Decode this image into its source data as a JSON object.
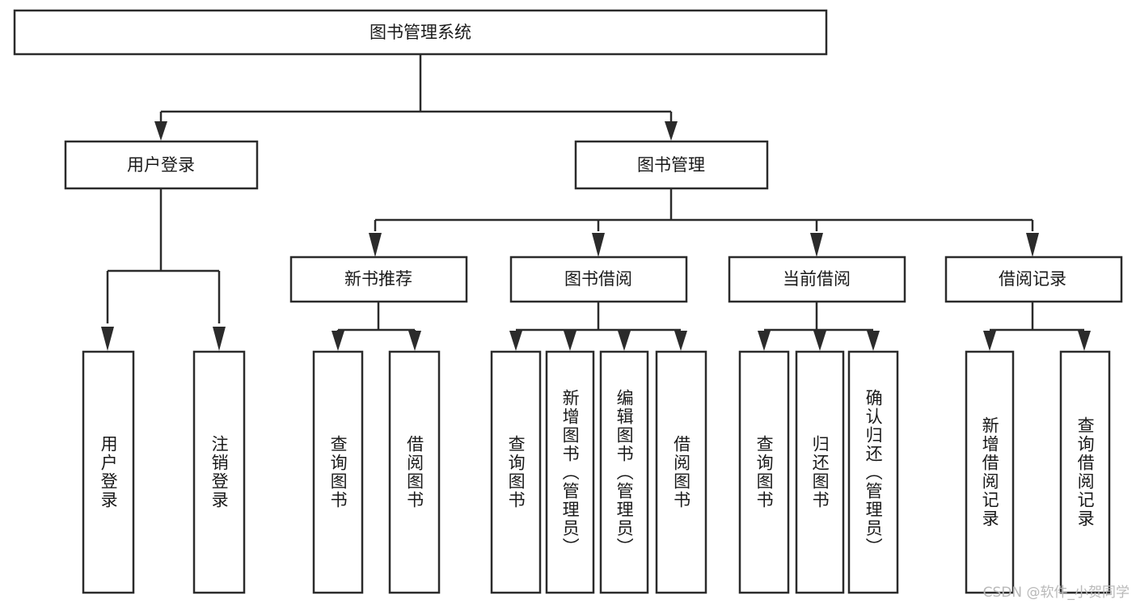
{
  "diagram": {
    "type": "tree",
    "title": "图书管理系统",
    "orientation": "top-down",
    "colors": {
      "box_fill": "#ffffff",
      "box_stroke": "#2b2b2b",
      "text": "#1a1a1a",
      "watermark": "#b9b9b9"
    },
    "nodes": {
      "root": {
        "label": "图书管理系统"
      },
      "level1": [
        {
          "label": "用户登录"
        },
        {
          "label": "图书管理"
        }
      ],
      "level2": [
        {
          "label": "新书推荐"
        },
        {
          "label": "图书借阅"
        },
        {
          "label": "当前借阅"
        },
        {
          "label": "借阅记录"
        }
      ],
      "leaves": {
        "user_login": [
          {
            "label": "用户登录"
          },
          {
            "label": "注销登录"
          }
        ],
        "new_book_recommend": [
          {
            "label": "查询图书"
          },
          {
            "label": "借阅图书"
          }
        ],
        "book_borrow": [
          {
            "label": "查询图书"
          },
          {
            "label": "新增图书（管理员）"
          },
          {
            "label": "编辑图书（管理员）"
          },
          {
            "label": "借阅图书"
          }
        ],
        "current_borrow": [
          {
            "label": "查询图书"
          },
          {
            "label": "归还图书"
          },
          {
            "label": "确认归还（管理员）"
          }
        ],
        "borrow_record": [
          {
            "label": "新增借阅记录"
          },
          {
            "label": "查询借阅记录"
          }
        ]
      }
    },
    "watermark": "CSDN @软件_小贺同学"
  }
}
